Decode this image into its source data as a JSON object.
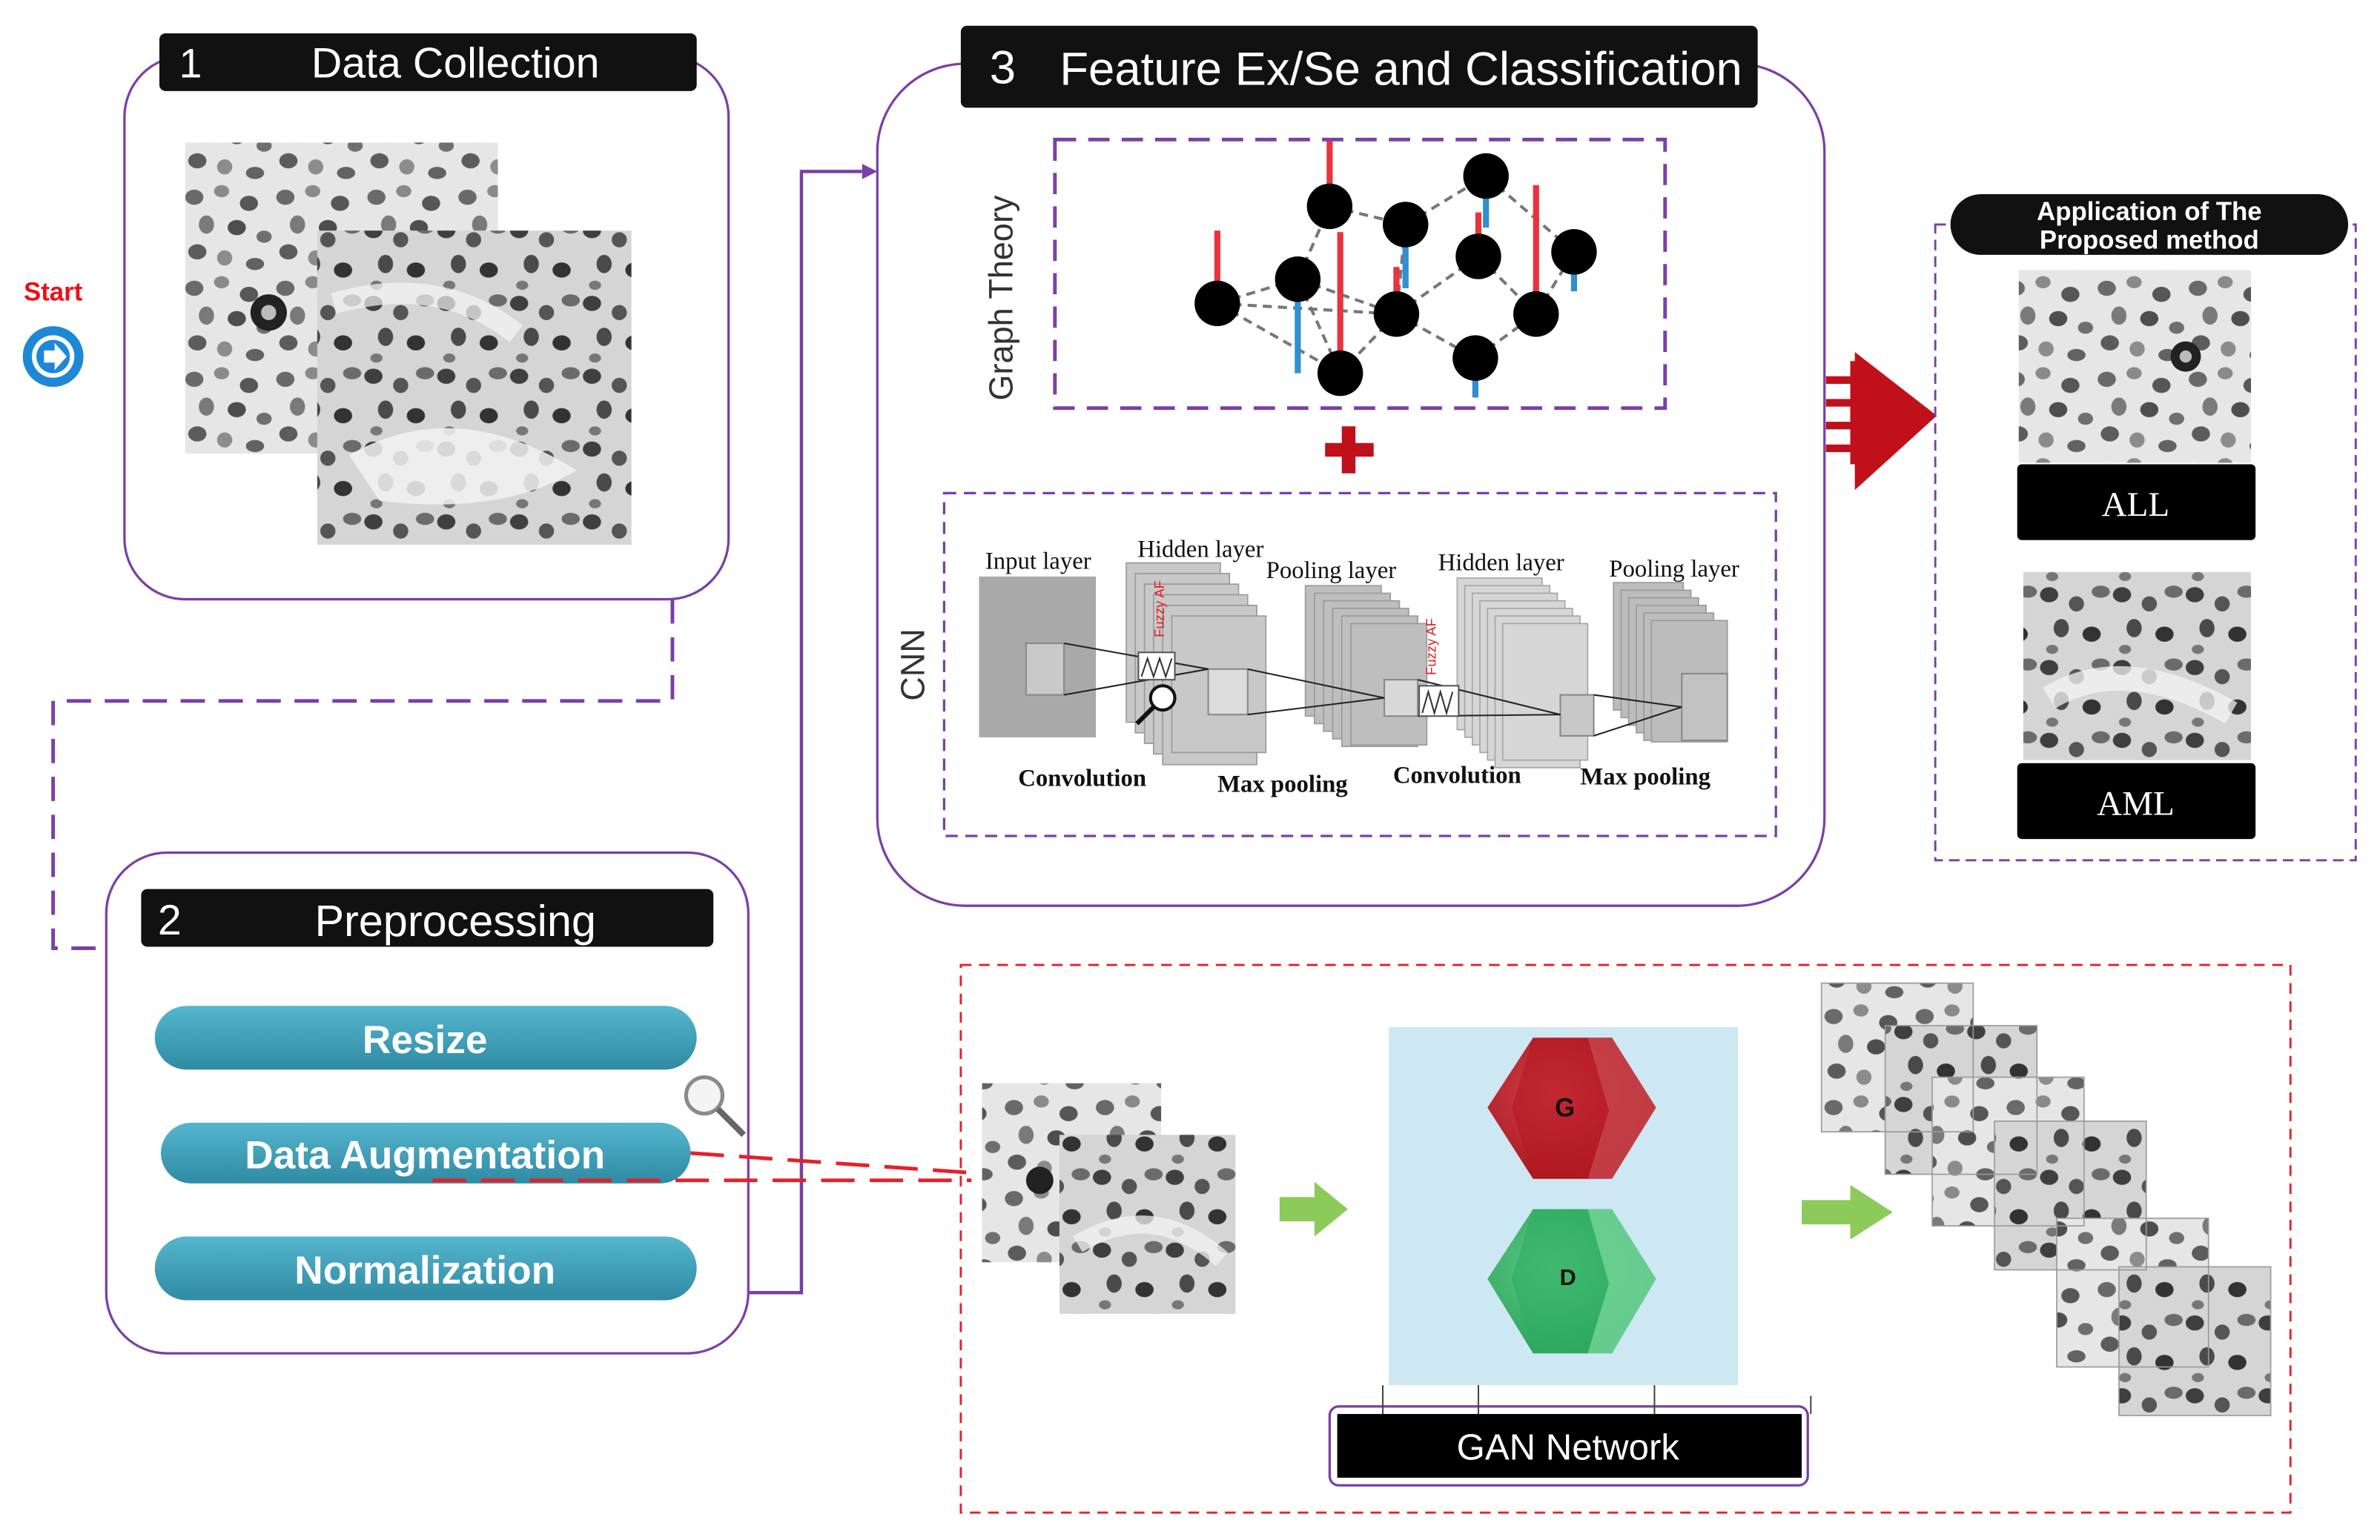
{
  "start": {
    "label": "Start"
  },
  "sections": {
    "data_collection": {
      "number": "1",
      "title": "Data Collection"
    },
    "preprocessing": {
      "number": "2",
      "title": "Preprocessing",
      "steps": [
        "Resize",
        "Data Augmentation",
        "Normalization"
      ]
    },
    "feature": {
      "number": "3",
      "title": "Feature Ex/Se and Classification",
      "graph_label": "Graph Theory",
      "cnn_label": "CNN",
      "cnn_layers": [
        "Input layer",
        "Hidden layer",
        "Pooling layer",
        "Hidden layer",
        "Pooling layer"
      ],
      "cnn_ops": [
        "Convolution",
        "Max pooling",
        "Convolution",
        "Max pooling"
      ],
      "fuzzy_label": "Fuzzy AF"
    },
    "application": {
      "title_line1": "Application of The",
      "title_line2": "Proposed method",
      "classes": [
        "ALL",
        "AML"
      ]
    },
    "gan": {
      "title": "GAN Network",
      "generator": "G",
      "discriminator": "D"
    }
  },
  "colors": {
    "purple": "#7B3FA6",
    "teal": "#3D9FB8",
    "red": "#C0101A",
    "green_arrow": "#8CCB5A",
    "gan_bg": "#CDE7F3",
    "black_header": "#111111"
  }
}
